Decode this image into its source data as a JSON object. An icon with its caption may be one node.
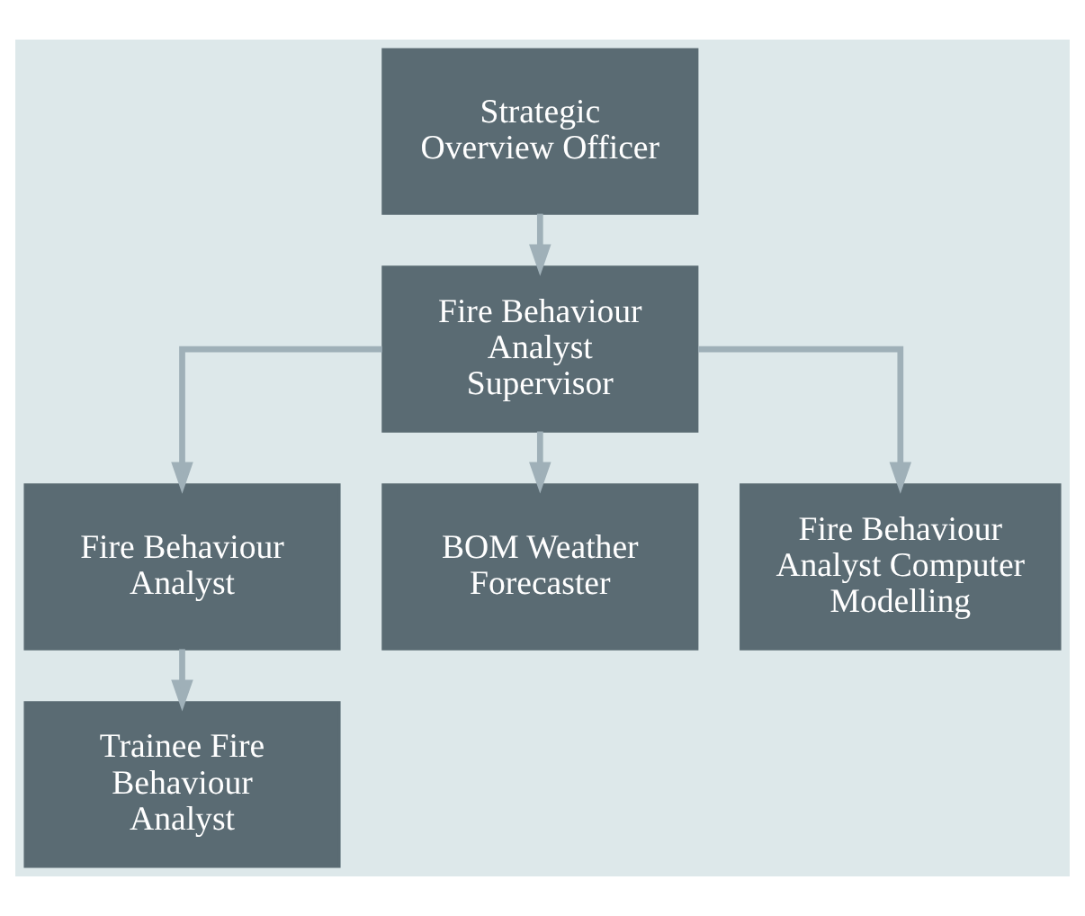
{
  "diagram": {
    "nodes": [
      {
        "text": [
          "Strategic Overview Officer"
        ]
      },
      {
        "text": [
          "Fire Behaviour Analyst Supervisor"
        ]
      },
      {
        "text": [
          "Fire Behaviour Analyst"
        ]
      },
      {
        "text": [
          "BOM Weather Forecaster"
        ]
      },
      {
        "text": [
          "Fire Behaviour Analyst Computer Modelling"
        ]
      },
      {
        "text": [
          "Trainee Fire Behaviour Analyst"
        ]
      }
    ],
    "edges": [
      {
        "from": 0,
        "to": 1,
        "arrow": "to"
      },
      {
        "from": 1,
        "to": 2,
        "arrow": "to"
      },
      {
        "from": 1,
        "to": 3,
        "arrow": "to"
      },
      {
        "from": 1,
        "to": 4,
        "arrow": "to"
      },
      {
        "from": 2,
        "to": 5,
        "arrow": "to"
      }
    ]
  }
}
